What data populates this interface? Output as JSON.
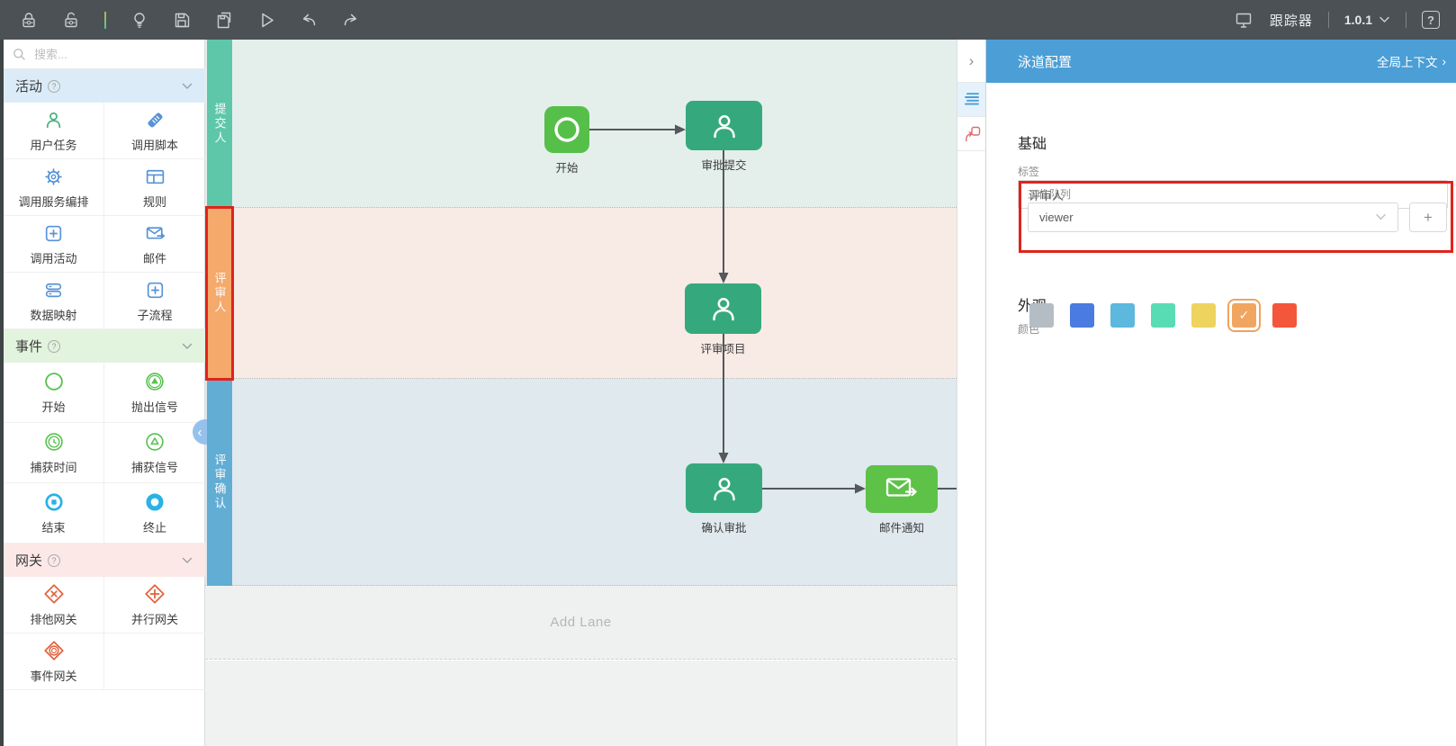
{
  "glyphs": {
    "plus": "+",
    "question": "?",
    "chevron_right": "›",
    "chevron_left": "‹",
    "check": "✓"
  },
  "toolbar": {
    "tracker_label": "跟踪器",
    "version": "1.0.1"
  },
  "palette": {
    "search_placeholder": "搜索...",
    "sections": [
      {
        "label": "活动",
        "items": [
          {
            "label": "用户任务",
            "icon": "user-task-icon"
          },
          {
            "label": "调用脚本",
            "icon": "script-icon"
          },
          {
            "label": "调用服务编排",
            "icon": "service-gear-icon"
          },
          {
            "label": "规则",
            "icon": "rule-table-icon"
          },
          {
            "label": "调用活动",
            "icon": "call-activity-icon"
          },
          {
            "label": "邮件",
            "icon": "mail-icon"
          },
          {
            "label": "数据映射",
            "icon": "data-mapping-icon"
          },
          {
            "label": "子流程",
            "icon": "subprocess-icon"
          }
        ]
      },
      {
        "label": "事件",
        "items": [
          {
            "label": "开始",
            "icon": "start-event-icon"
          },
          {
            "label": "抛出信号",
            "icon": "throw-signal-icon"
          },
          {
            "label": "捕获时间",
            "icon": "catch-time-icon"
          },
          {
            "label": "捕获信号",
            "icon": "catch-signal-icon"
          },
          {
            "label": "结束",
            "icon": "end-event-icon"
          },
          {
            "label": "终止",
            "icon": "terminate-event-icon"
          }
        ]
      },
      {
        "label": "网关",
        "items": [
          {
            "label": "排他网关",
            "icon": "exclusive-gateway-icon"
          },
          {
            "label": "并行网关",
            "icon": "parallel-gateway-icon"
          },
          {
            "label": "事件网关",
            "icon": "event-gateway-icon"
          }
        ]
      }
    ]
  },
  "canvas": {
    "add_lane_label": "Add Lane",
    "selection_color": "#e0231c",
    "lanes": [
      {
        "label": "提交人",
        "tab_color": "#5fc7a9",
        "bg_color": "#e4efec",
        "selected": false
      },
      {
        "label": "评审人",
        "tab_color": "#f5a96b",
        "bg_color": "#f8ebe5",
        "selected": true
      },
      {
        "label": "评审确认",
        "tab_color": "#62add4",
        "bg_color": "#dfe9ee",
        "selected": false
      }
    ],
    "nodes": [
      {
        "label": "开始",
        "type": "start-event",
        "color": "#56bf49"
      },
      {
        "label": "审批提交",
        "type": "user-task",
        "color": "#35a97d"
      },
      {
        "label": "评审项目",
        "type": "user-task",
        "color": "#35a97d"
      },
      {
        "label": "确认审批",
        "type": "user-task",
        "color": "#35a97d"
      },
      {
        "label": "邮件通知",
        "type": "mail-task",
        "color": "#5dc247"
      }
    ]
  },
  "panel": {
    "title": "泳道配置",
    "context_link": "全局上下文",
    "basic_heading": "基础",
    "label_field": {
      "label": "标签",
      "value": "评审人"
    },
    "queue_field": {
      "label": "工作队列",
      "value": "viewer"
    },
    "appearance_heading": "外观",
    "color_label": "颜色",
    "highlight_color": "#e0231c",
    "colors": [
      "#b5bdc4",
      "#4a7be0",
      "#5cb8dc",
      "#58dcb4",
      "#eed35e",
      "#f0a660",
      "#f4563c"
    ],
    "selected_color_index": 5
  }
}
